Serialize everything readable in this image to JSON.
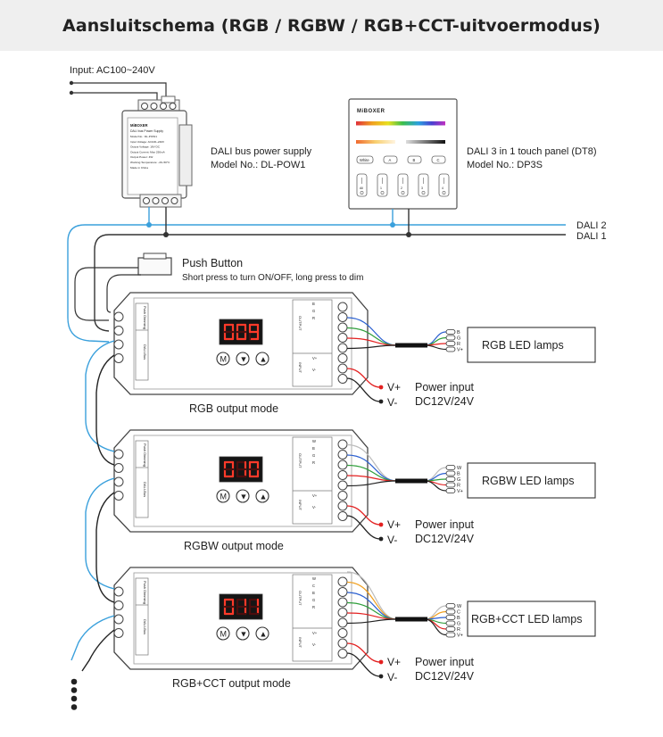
{
  "title": "Aansluitschema (RGB / RGBW / RGB+CCT-uitvoermodus)",
  "input_label": "Input: AC100~240V",
  "power_supply": {
    "name": "DALI bus power supply",
    "model": "Model No.: DL-POW1",
    "brand": "MiBOXER",
    "panel_title": "DALI bus Power Supply",
    "spec_lines": [
      "Model No.: DL-POW1",
      "Input Voltage: AC100~240V",
      "Output Voltage: 16V DC",
      "Output Current: Max 250mA",
      "Output Power: 4W",
      "Working Temperature: -20~50°C",
      "Made in China"
    ]
  },
  "touch_panel": {
    "name": "DALI 3 in 1 touch panel (DT8)",
    "model": "Model No.: DP3S",
    "brand": "MiBOXER",
    "white_label": "White",
    "zone_labels": [
      "A",
      "B",
      "C"
    ],
    "slider_labels": [
      "All",
      "1",
      "2",
      "3",
      "4"
    ]
  },
  "bus_lines": [
    "DALI 2",
    "DALI 1"
  ],
  "colors": {
    "dali2": "#3aa0dc",
    "dali1": "#333333",
    "red": "#e32020",
    "green": "#2e9e3a",
    "blue": "#2a5fd0",
    "white": "#bbbbbb",
    "orange": "#f0a020"
  },
  "push_button": {
    "label": "Push Button",
    "description": "Short press to turn ON/OFF, long press to dim"
  },
  "controller_side_labels": [
    "Push Dimming",
    "DALI-Bus"
  ],
  "controller_output_label": "OUTPUT",
  "controller_input_label": "INPUT",
  "controller_vplus": "V+",
  "controller_vminus": "V-",
  "controller_buttons": [
    "M",
    "▼",
    "▲"
  ],
  "controllers": [
    {
      "display": "009",
      "mode_label": "RGB output mode",
      "lamp_label": "RGB LED lamps",
      "wires": [
        "B",
        "G",
        "R",
        "V+"
      ],
      "power": "Power input",
      "voltage": "DC12V/24V",
      "vplus": "V+",
      "vminus": "V-"
    },
    {
      "display": "010",
      "mode_label": "RGBW output mode",
      "lamp_label": "RGBW LED lamps",
      "wires": [
        "W",
        "B",
        "G",
        "R",
        "V+"
      ],
      "power": "Power input",
      "voltage": "DC12V/24V",
      "vplus": "V+",
      "vminus": "V-"
    },
    {
      "display": "011",
      "mode_label": "RGB+CCT output mode",
      "lamp_label": "RGB+CCT LED lamps",
      "wires": [
        "W",
        "C",
        "B",
        "G",
        "R",
        "V+"
      ],
      "power": "Power input",
      "voltage": "DC12V/24V",
      "vplus": "V+",
      "vminus": "V-"
    }
  ]
}
